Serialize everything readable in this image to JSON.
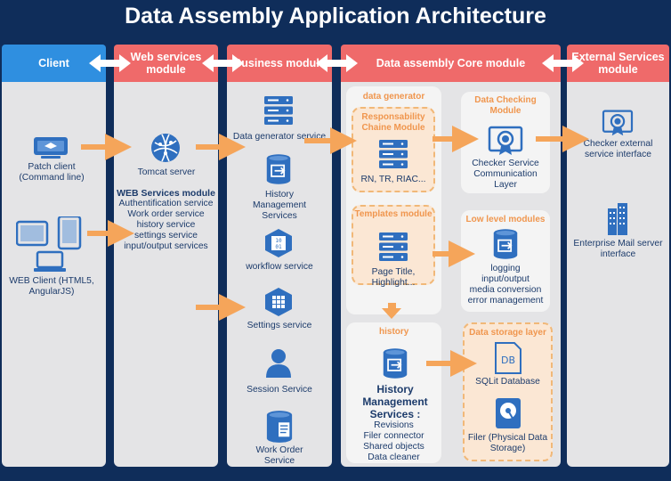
{
  "title": "Data Assembly Application Architecture",
  "headers": {
    "client": "Client",
    "web_services": "Web services module",
    "business": "Business module",
    "core": "Data assembly Core module",
    "external": "External Services module"
  },
  "client": {
    "patch_client": "Patch client (Command line)",
    "web_client": "WEB Client (HTML5, AngularJS)"
  },
  "web_services": {
    "tomcat": "Tomcat server",
    "module_title": "WEB Services module",
    "services": [
      "Authentification service",
      "Work order service",
      "history service",
      "settings service",
      "input/output services"
    ]
  },
  "business": {
    "items": [
      "Data generator service",
      "History Management Services",
      "workflow service",
      "Settings service",
      "Session Service",
      "Work Order Service"
    ]
  },
  "core": {
    "data_generator": {
      "title": "data generator",
      "resp_title": "Responsability Chaine Module",
      "resp_label": "RN, TR, RIAC...",
      "templates_title": "Templates module",
      "templates_label": "Page Title, Highlight..."
    },
    "checking": {
      "title": "Data Checking Module",
      "label": "Checker Service Communication Layer"
    },
    "low_level": {
      "title": "Low level modules",
      "items": [
        "logging",
        "input/output",
        "media conversion",
        "error management"
      ]
    },
    "history": {
      "title": "history",
      "hm_title": "History Management Services :",
      "items": [
        "Revisions",
        "Filer connector",
        "Shared objects",
        "Data cleaner"
      ]
    },
    "storage": {
      "title": "Data storage layer",
      "sqlite": "SQLit Database",
      "filer": "Filer (Physical Data Storage)",
      "db_icon_text": "DB"
    }
  },
  "external": {
    "checker": "Checker external service interface",
    "mail": "Enterprise Mail server interface"
  },
  "colors": {
    "background": "#0f2d5a",
    "blue_header": "#2f8fe0",
    "red_header": "#ef6a6a",
    "arrow": "#f5a55a",
    "text": "#1c3b6b",
    "icon": "#2f6fbf"
  }
}
